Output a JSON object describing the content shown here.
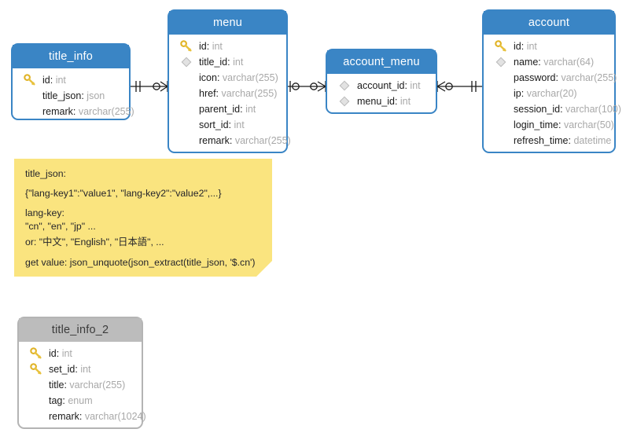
{
  "diagram": {
    "type": "entity-relationship-diagram",
    "background_color": "#ffffff",
    "entity_header_color": "#3a85c5",
    "entity_border_color": "#3a85c5",
    "secondary_header_color": "#bcbcbc",
    "note_color": "#fae47f",
    "key_icon_color": "#e8c13c",
    "fk_icon_color": "#cfcfcf"
  },
  "entities": [
    {
      "name": "title_info",
      "style": "blue",
      "attributes": [
        {
          "icon": "primary-key-icon",
          "name": "id",
          "type": "int"
        },
        {
          "icon": "none",
          "name": "title_json",
          "type": "json"
        },
        {
          "icon": "none",
          "name": "remark",
          "type": "varchar(255)"
        }
      ]
    },
    {
      "name": "menu",
      "style": "blue",
      "attributes": [
        {
          "icon": "primary-key-icon",
          "name": "id",
          "type": "int"
        },
        {
          "icon": "foreign-key-icon",
          "name": "title_id",
          "type": "int"
        },
        {
          "icon": "none",
          "name": "icon",
          "type": "varchar(255)"
        },
        {
          "icon": "none",
          "name": "href",
          "type": "varchar(255)"
        },
        {
          "icon": "none",
          "name": "parent_id",
          "type": "int"
        },
        {
          "icon": "none",
          "name": "sort_id",
          "type": "int"
        },
        {
          "icon": "none",
          "name": "remark",
          "type": "varchar(255)"
        }
      ]
    },
    {
      "name": "account_menu",
      "style": "blue",
      "attributes": [
        {
          "icon": "foreign-key-icon",
          "name": "account_id",
          "type": "int"
        },
        {
          "icon": "foreign-key-icon",
          "name": "menu_id",
          "type": "int"
        }
      ]
    },
    {
      "name": "account",
      "style": "blue",
      "attributes": [
        {
          "icon": "primary-key-icon",
          "name": "id",
          "type": "int"
        },
        {
          "icon": "foreign-key-icon",
          "name": "name",
          "type": "varchar(64)"
        },
        {
          "icon": "none",
          "name": "password",
          "type": "varchar(255)"
        },
        {
          "icon": "none",
          "name": "ip",
          "type": "varchar(20)"
        },
        {
          "icon": "none",
          "name": "session_id",
          "type": "varchar(100)"
        },
        {
          "icon": "none",
          "name": "login_time",
          "type": "varchar(50)"
        },
        {
          "icon": "none",
          "name": "refresh_time",
          "type": "datetime"
        }
      ]
    },
    {
      "name": "title_info_2",
      "style": "gray",
      "attributes": [
        {
          "icon": "primary-key-icon",
          "name": "id",
          "type": "int"
        },
        {
          "icon": "primary-key-icon",
          "name": "set_id",
          "type": "int"
        },
        {
          "icon": "none",
          "name": "title",
          "type": "varchar(255)"
        },
        {
          "icon": "none",
          "name": "tag",
          "type": "enum"
        },
        {
          "icon": "none",
          "name": "remark",
          "type": "varchar(1024)"
        }
      ]
    }
  ],
  "relationships": [
    {
      "from": "title_info",
      "to": "menu",
      "from_cardinality": "one-and-only-one",
      "to_cardinality": "zero-or-many"
    },
    {
      "from": "menu",
      "to": "account_menu",
      "from_cardinality": "zero-or-one",
      "to_cardinality": "zero-or-many"
    },
    {
      "from": "account_menu",
      "to": "account",
      "from_cardinality": "zero-or-many",
      "to_cardinality": "one-and-only-one"
    }
  ],
  "note": {
    "lines": [
      "title_json:",
      "{\"lang-key1\":\"value1\", \"lang-key2\":\"value2\",...}",
      "lang-key:",
      "\"cn\", \"en\", \"jp\" ...",
      "or: \"中文\", \"English\", \"日本語\", ...",
      "get value: json_unquote(json_extract(title_json, '$.cn')"
    ]
  }
}
